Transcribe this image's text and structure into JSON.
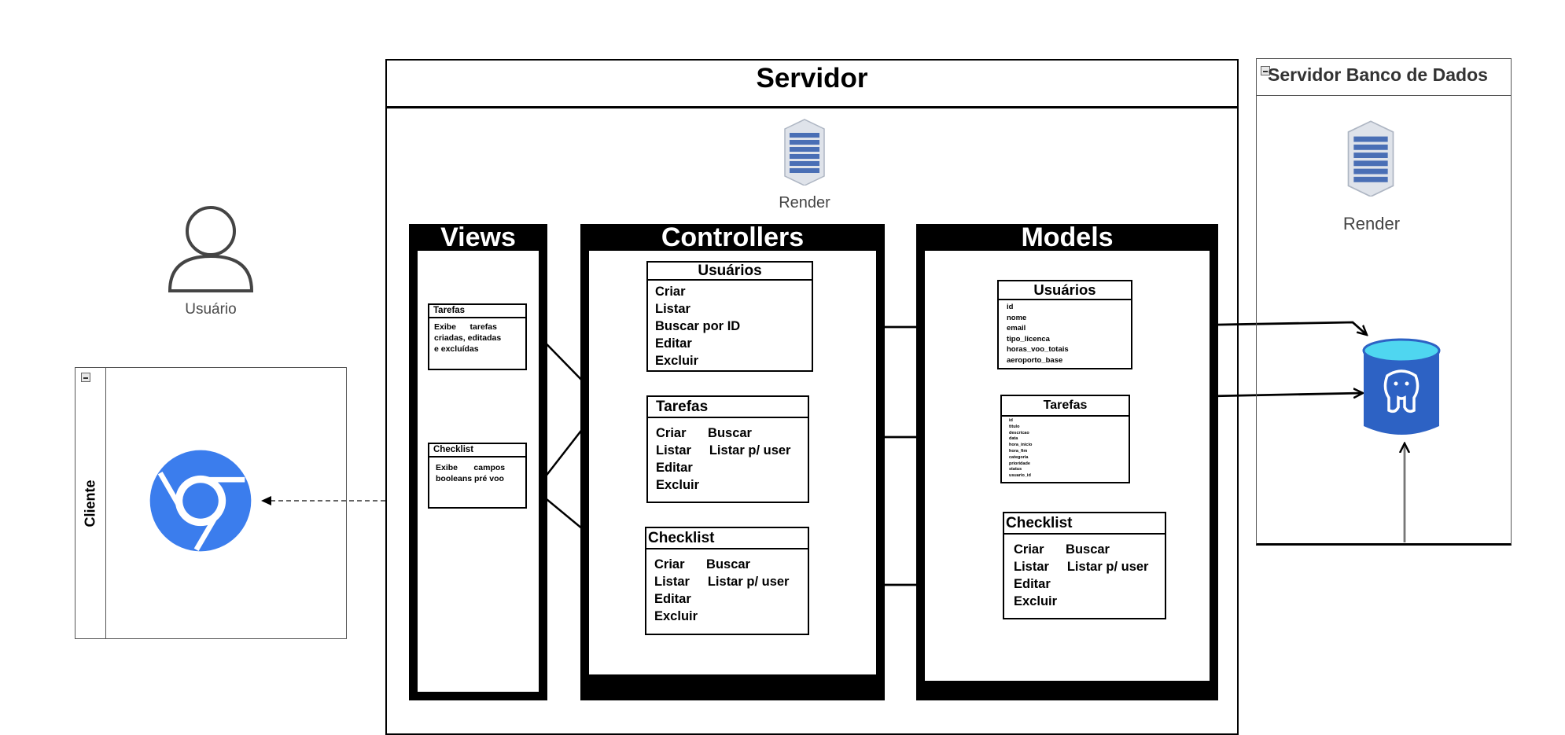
{
  "actor": {
    "label": "Usuário"
  },
  "cliente": {
    "label": "Cliente"
  },
  "servidor": {
    "title": "Servidor",
    "render_label": "Render"
  },
  "db_server": {
    "title": "Servidor Banco de Dados",
    "render_label": "Render"
  },
  "views": {
    "title": "Views",
    "tarefas": {
      "title": "Tarefas",
      "lines": [
        "Exibe      tarefas",
        "criadas, editadas",
        "e excluídas"
      ]
    },
    "checklist": {
      "title": "Checklist",
      "lines": [
        "Exibe       campos",
        "booleans pré voo"
      ]
    }
  },
  "controllers": {
    "title": "Controllers",
    "usuarios": {
      "title": "Usuários",
      "items": [
        "Criar",
        "Listar",
        "Buscar por ID",
        "Editar",
        "Excluir"
      ]
    },
    "tarefas": {
      "title": "Tarefas",
      "items": [
        "Criar      Buscar",
        "Listar     Listar p/ user",
        "Editar",
        "Excluir"
      ]
    },
    "checklist": {
      "title": "Checklist",
      "items": [
        "Criar      Buscar",
        "Listar     Listar p/ user",
        "Editar",
        "Excluir"
      ]
    }
  },
  "models": {
    "title": "Models",
    "usuarios": {
      "title": "Usuários",
      "fields": [
        "id",
        "nome",
        "email",
        "tipo_licenca",
        "horas_voo_totais",
        "aeroporto_base"
      ]
    },
    "tarefas": {
      "title": "Tarefas",
      "fields": [
        "id",
        "titulo",
        "descricao",
        "data",
        "hora_inicio",
        "hora_fim",
        "categoria",
        "prioridade",
        "status",
        "usuario_id"
      ]
    },
    "checklist": {
      "title": "Checklist",
      "items": [
        "Criar      Buscar",
        "Listar     Listar p/ user",
        "Editar",
        "Excluir"
      ]
    }
  },
  "colors": {
    "chrome_blue": "#3b7ded",
    "db_blue": "#2d62c4",
    "db_cyan": "#4fd6f0",
    "server_blue": "#4a6fb5"
  },
  "icons": [
    "user-icon",
    "chrome-icon",
    "server-icon",
    "database-icon"
  ]
}
